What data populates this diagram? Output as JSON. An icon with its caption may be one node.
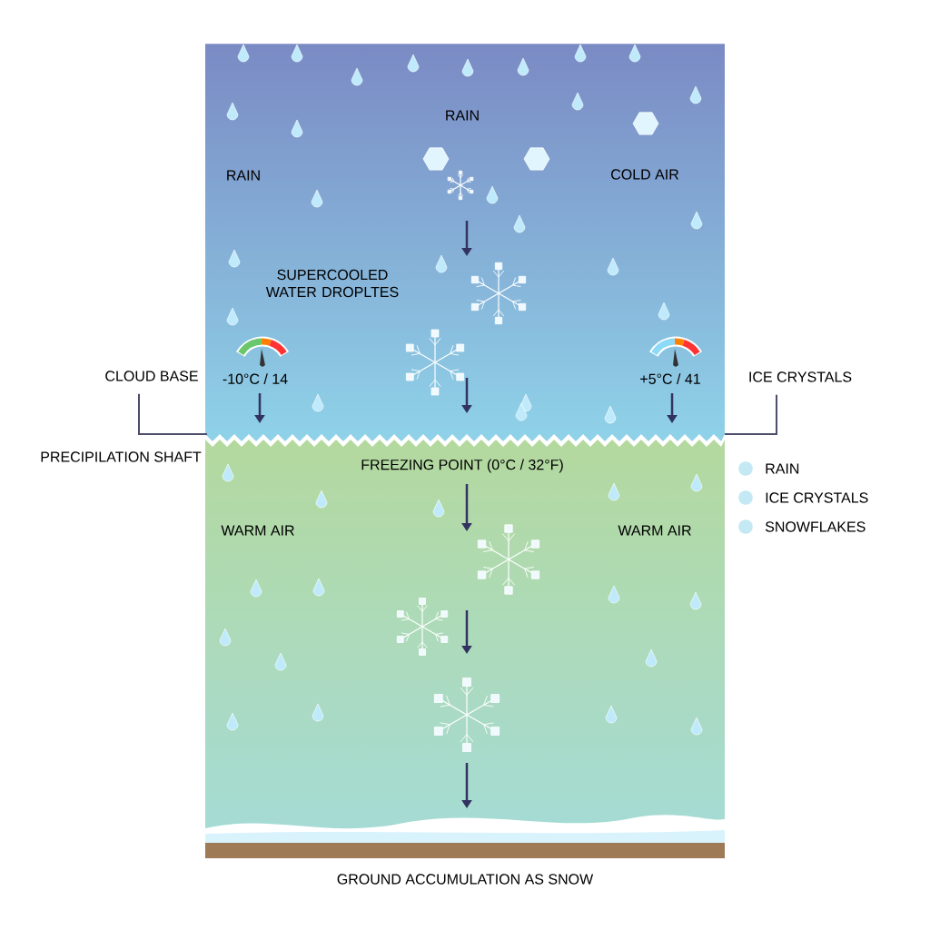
{
  "diagram": {
    "nodes": [
      {
        "text": [
          "CLOUD BASE"
        ]
      },
      {
        "text": [
          "ICE CRYSTALS"
        ]
      }
    ],
    "edges": [
      {
        "from": 0,
        "to": null,
        "arrow": "none"
      },
      {
        "from": 1,
        "to": null,
        "arrow": "none"
      }
    ],
    "labels": [
      "RAIN",
      "RAIN",
      "COLD AIR",
      "SUPERCOOLED WATER DROPLTES",
      "-10°C / 14",
      "+5°C / 41",
      "PRECIPILATION SHAFT",
      "FREEZING POINT (0°C / 32°F)",
      "WARM AIR",
      "WARM AIR",
      "GROUND ACCUMULATION AS SNOW"
    ],
    "legend": [
      {
        "text": "RAIN",
        "color": "#c4e8f4"
      },
      {
        "text": "ICE CRYSTALS",
        "color": "#c4e8f4"
      },
      {
        "text": "SNOWFLAKES",
        "color": "#c4e8f4"
      }
    ]
  }
}
